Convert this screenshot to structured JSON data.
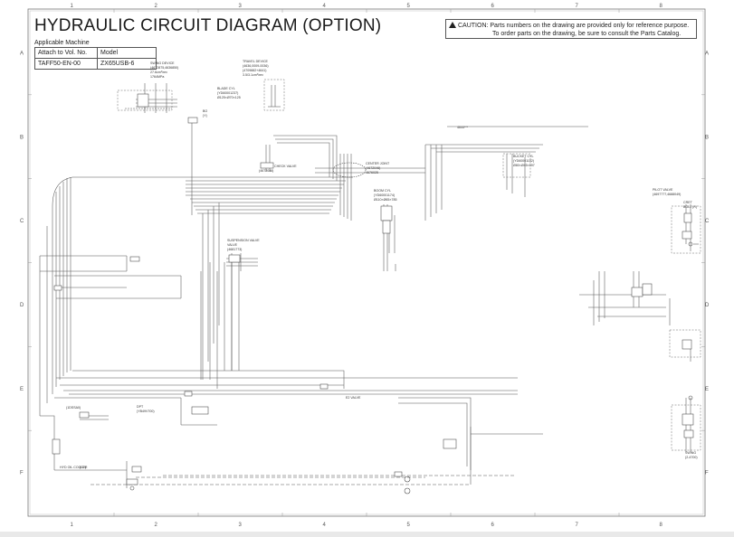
{
  "title": "HYDRAULIC CIRCUIT DIAGRAM (OPTION)",
  "caution": {
    "line1": "CAUTION: Parts numbers on the drawing are provided only for reference purpose.",
    "line2": "To order parts on the drawing, be sure to consult the Parts Catalog."
  },
  "applicable": {
    "heading": "Applicable Machine",
    "col1_header": "Attach to Vol. No.",
    "col2_header": "Model",
    "col1_value": "TAFF50-EN-00",
    "col2_value": "ZX65USB-6"
  },
  "grid": {
    "columns": [
      "1",
      "2",
      "3",
      "4",
      "5",
      "6",
      "7",
      "8"
    ],
    "rows": [
      "A",
      "B",
      "C",
      "D",
      "E",
      "F"
    ]
  },
  "labels": {
    "swing_device": "SWING DEVICE",
    "travel_device": "TRAVEL DEVICE",
    "blade_cyl": "BLADE CYL",
    "check_valve": "CHECK VALVE",
    "center_joint": "CENTER JOINT",
    "bucket_cyl": "BUCKET CYL",
    "boom_cyl": "BOOM CYL",
    "pilot_valve": "PILOT VALVE",
    "suspension_valve": "SUSPENSION VALVE",
    "oil_cooler": "HYD OIL COOLER",
    "swing_bottom": "SWING",
    "e3_valve": "E2 VALVE",
    "dpt": "DPT"
  }
}
